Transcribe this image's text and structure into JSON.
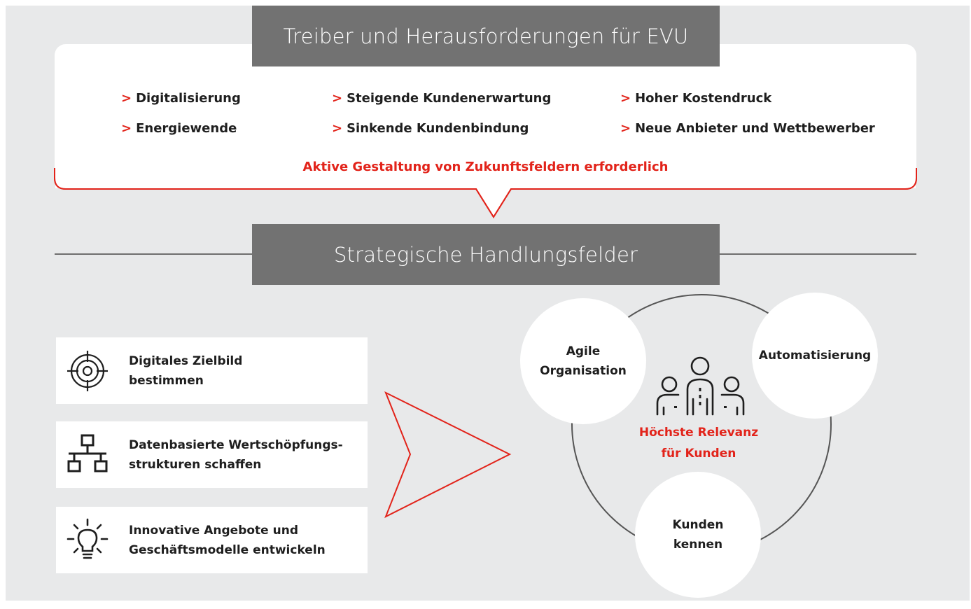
{
  "header": {
    "title": "Treiber und Herausforderungen für EVU"
  },
  "drivers": {
    "marker": ">",
    "items": [
      {
        "label": "Digitalisierung"
      },
      {
        "label": "Energiewende"
      },
      {
        "label": "Steigende Kundenerwartung"
      },
      {
        "label": "Sinkende Kundenbindung"
      },
      {
        "label": "Hoher Kostendruck"
      },
      {
        "label": "Neue Anbieter und Wettbewerber"
      }
    ],
    "conclusion": "Aktive Gestaltung von Zukunftsfeldern erforderlich"
  },
  "section": {
    "title": "Strategische Handlungsfelder"
  },
  "actions": [
    {
      "icon": "target-icon",
      "line1": "Digitales Zielbild",
      "line2": "bestimmen"
    },
    {
      "icon": "network-icon",
      "line1": "Datenbasierte Wertschöpfungs-",
      "line2": "strukturen schaffen"
    },
    {
      "icon": "lightbulb-icon",
      "line1": "Innovative Angebote und",
      "line2": "Geschäftsmodelle entwickeln"
    }
  ],
  "focus": {
    "bubbles": [
      {
        "line1": "Agile",
        "line2": "Organisation"
      },
      {
        "line1": "Automatisierung",
        "line2": ""
      },
      {
        "line1": "Kunden",
        "line2": "kennen"
      }
    ],
    "center_icon": "people-group-icon",
    "center_line1": "Höchste Relevanz",
    "center_line2": "für Kunden"
  },
  "colors": {
    "accent": "#e2231a",
    "banner": "#727272",
    "background": "#e8e9ea",
    "text": "#1e1e1e"
  }
}
